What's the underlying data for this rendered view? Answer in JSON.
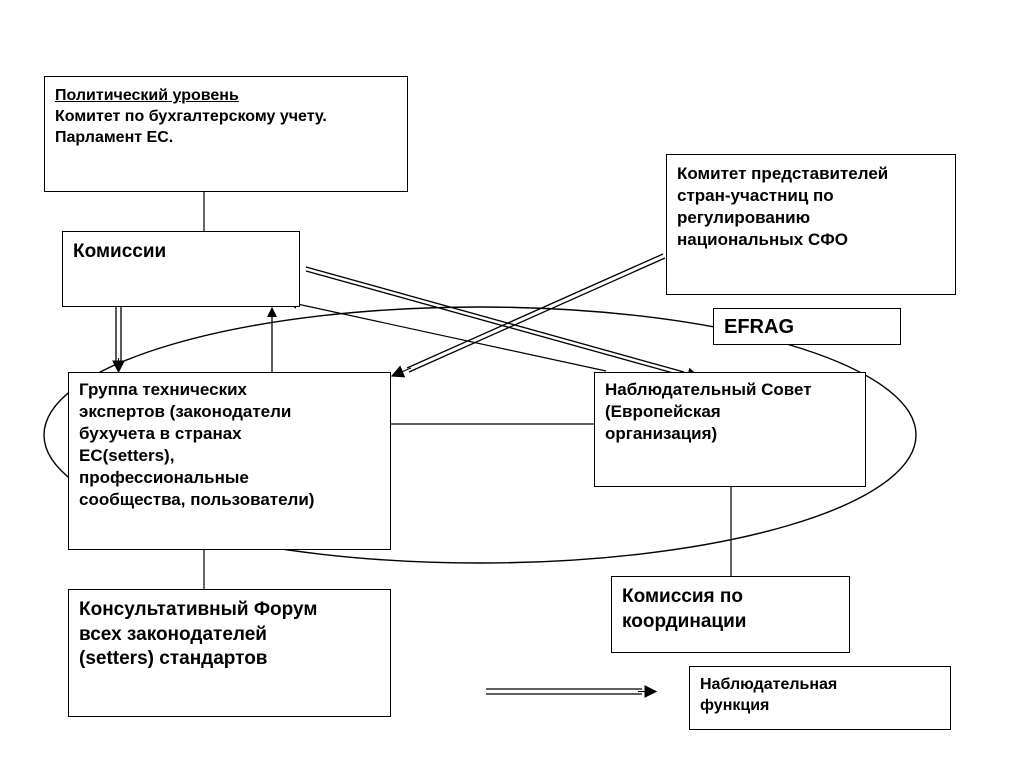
{
  "political_box": {
    "heading": "Политический уровень",
    "lines": [
      "Комитет по бухгалтерскому учету.",
      "Парламент ЕС."
    ]
  },
  "commission_box": {
    "label": "Комиссии"
  },
  "committee_box": {
    "lines": [
      "Комитет представителей",
      "стран-участниц по",
      "регулированию",
      "национальных СФО"
    ]
  },
  "efrag_box": {
    "label": "EFRAG"
  },
  "tech_group_box": {
    "lines": [
      "Группа технических",
      "экспертов (законодатели",
      "бухучета в странах",
      "ЕС(setters),",
      "профессиональные",
      "сообщества, пользователи)"
    ]
  },
  "supervisory_box": {
    "lines": [
      "Наблюдательный Совет",
      "(Европейская",
      "организация)"
    ]
  },
  "forum_box": {
    "lines": [
      "Консультативный Форум",
      "всех законодателей",
      "(setters) стандартов"
    ]
  },
  "coordination_box": {
    "lines": [
      "Комиссия по",
      "координации"
    ]
  },
  "legend": {
    "lines": [
      "Наблюдательная",
      "функция"
    ]
  }
}
